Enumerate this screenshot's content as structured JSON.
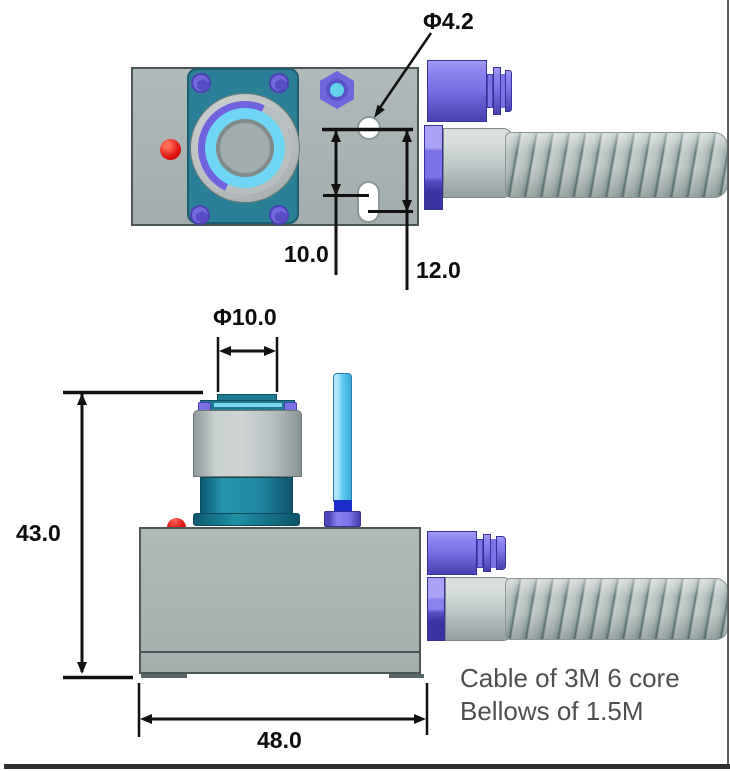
{
  "drawing": {
    "dims": {
      "hole_diameter": "Φ4.2",
      "hole_offset_top": "10.0",
      "hole_offset_bottom": "12.0",
      "lens_diameter": "Φ10.0",
      "body_height": "43.0",
      "body_width": "48.0"
    },
    "notes": {
      "line1": "Cable of 3M 6 core",
      "line2": "Bellows of 1.5M"
    },
    "colors": {
      "body_gray": "#a9b3b2",
      "plate_teal": "#2b7f97",
      "accent_purple": "#7b72e8",
      "accent_cyan": "#6fd7f5",
      "indicator_red": "#e01210",
      "band_blue": "#1b2ec9",
      "dimension_line": "#111111",
      "note_text": "#4f4f4f"
    },
    "icons": {
      "torx_screw": "css-circle-with-hexagon",
      "hex_nut": "css-hexagon-with-cyan-core",
      "red_indicator": "css-red-dome"
    }
  }
}
